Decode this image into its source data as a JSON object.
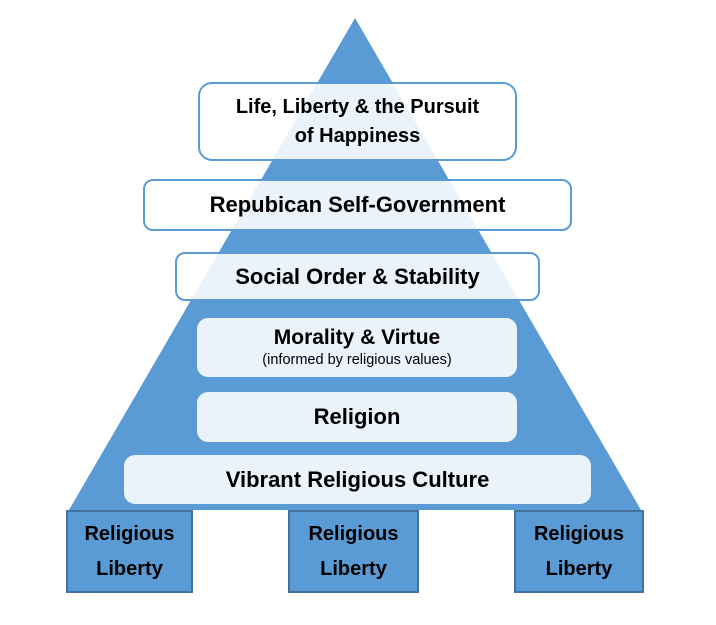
{
  "pyramid": {
    "levels": [
      {
        "label": "Life, Liberty & the Pursuit\nof Happiness"
      },
      {
        "label": "Repubican Self-Government"
      },
      {
        "label": "Social Order & Stability"
      },
      {
        "label": "Morality & Virtue",
        "sublabel": "(informed by religious values)"
      },
      {
        "label": "Religion"
      },
      {
        "label": "Vibrant Religious Culture"
      }
    ],
    "foundation": [
      {
        "label": "Religious\nLiberty"
      },
      {
        "label": "Religious\nLiberty"
      },
      {
        "label": "Religious\nLiberty"
      }
    ]
  },
  "colors": {
    "pyramid_fill": "#5B9BD5",
    "level_box_border": "#5B9BD5",
    "level_box_fill": "rgba(255,255,255,0.87)",
    "foundation_fill": "#5B9BD5",
    "foundation_border": "#41719C",
    "text": "#000000"
  }
}
